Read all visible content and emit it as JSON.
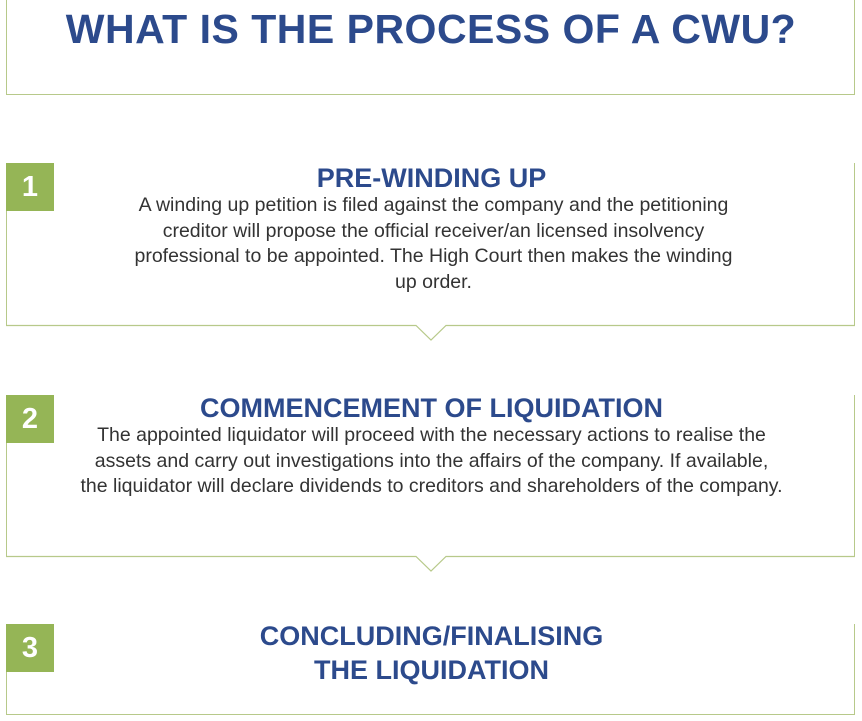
{
  "title": "WHAT IS THE PROCESS OF A CWU?",
  "colors": {
    "title": "#2c4a8c",
    "number_badge": "#95b556",
    "border": "#b7c98a",
    "body_text": "#333333"
  },
  "steps": [
    {
      "number": "1",
      "heading": "PRE-WINDING UP",
      "description": "A winding up petition is filed against the company and the petitioning creditor will propose the official receiver/an licensed insolvency professional to be appointed. The High Court then makes the winding up order."
    },
    {
      "number": "2",
      "heading": "COMMENCEMENT OF LIQUIDATION",
      "description": "The appointed liquidator will proceed with the necessary actions to realise the assets and carry out investigations into the affairs of the company. If available, the liquidator will declare dividends to creditors and shareholders of the company."
    },
    {
      "number": "3",
      "heading_line1": "CONCLUDING/FINALISING",
      "heading_line2": "THE LIQUIDATION"
    }
  ]
}
